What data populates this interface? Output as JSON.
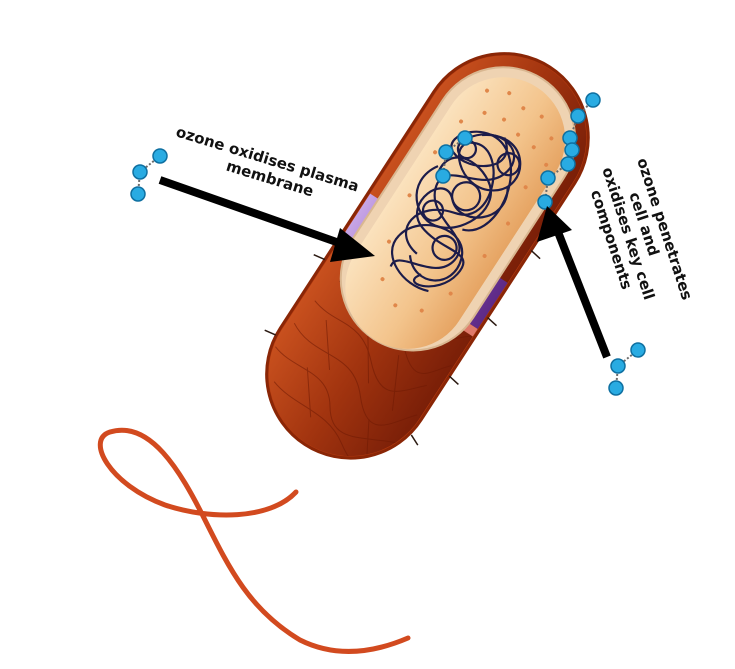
{
  "labels": {
    "membrane_line1": "ozone oxidises plasma",
    "membrane_line2": "membrane",
    "penetrates_line1": "ozone penetrates",
    "penetrates_line2": "cell and",
    "penetrates_line3": "oxidises key cell",
    "penetrates_line4": "components"
  },
  "colors": {
    "cell_wall": "#b23a10",
    "cell_body": "#8f2a0d",
    "membrane": "#7b3fa0",
    "cytoplasm": "#f2c28a",
    "dna": "#1c1c4a",
    "flagellum": "#d24a1f",
    "ozone_atom": "#29abe2",
    "arrow": "#000000"
  }
}
